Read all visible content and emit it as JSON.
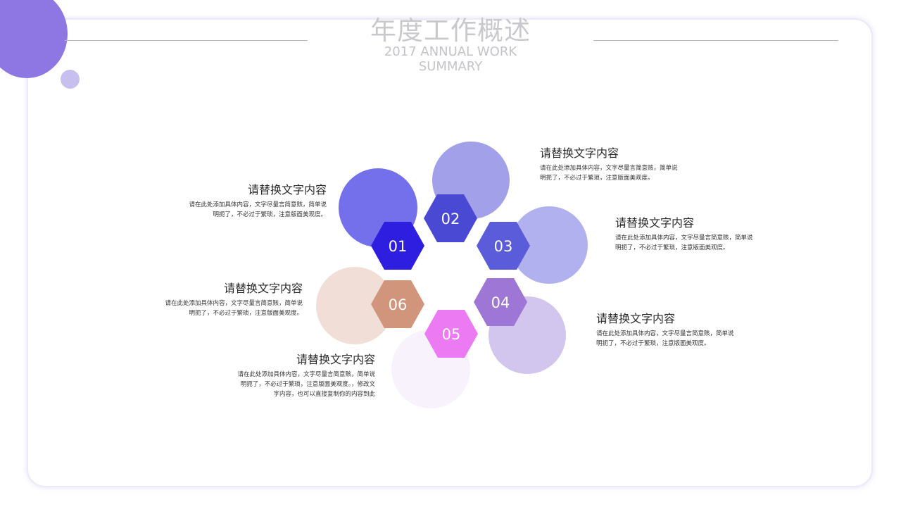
{
  "header": {
    "title": "年度工作概述",
    "subtitle_line1": "2017 ANNUAL WORK",
    "subtitle_line2": "SUMMARY"
  },
  "colors": {
    "accent": "#8e77e3",
    "circle1": "#7470ec",
    "circle2": "#a3a0ea",
    "circle3": "#b2b1f0",
    "circle4": "#d2c5ee",
    "circle5": "#f8f2fd",
    "circle6": "#f0ded7",
    "hex1": "#2e1fe0",
    "hex2": "#4a49d4",
    "hex3": "#5a5cd9",
    "hex4": "#9d76d6",
    "hex5": "#ec7bf3",
    "hex6": "#d1957c"
  },
  "items": [
    {
      "number": "01",
      "title": "请替换文字内容",
      "line1": "请在此处添加具体内容，文字尽量言简意赅，简单说",
      "line2": "明扼了，不必过于繁琐，注意版面美观度。",
      "line3": ""
    },
    {
      "number": "02",
      "title": "请替换文字内容",
      "line1": "请在此处添加具体内容，文字尽量言简意赅，简单说",
      "line2": "明扼了，不必过于繁琐，注意版面美观度。",
      "line3": ""
    },
    {
      "number": "03",
      "title": "请替换文字内容",
      "line1": "请在此处添加具体内容，文字尽量言简意赅，简单说",
      "line2": "明扼了，不必过于繁琐，注意版面美观度。",
      "line3": ""
    },
    {
      "number": "04",
      "title": "请替换文字内容",
      "line1": "请在此处添加具体内容，文字尽量言简意赅，简单说",
      "line2": "明扼了，不必过于繁琐，注意版面美观度。",
      "line3": ""
    },
    {
      "number": "05",
      "title": "请替换文字内容",
      "line1": "请在此处添加具体内容，文字尽量言简意赅，简单说",
      "line2": "明扼了，不必过于繁琐，注意版面美观度。，修改文",
      "line3": "字内容，也可以直接复制你的内容到此"
    },
    {
      "number": "06",
      "title": "请替换文字内容",
      "line1": "请在此处添加具体内容，文字尽量言简意赅，简单说",
      "line2": "明扼了，不必过于繁琐，注意版面美观度。",
      "line3": ""
    }
  ]
}
